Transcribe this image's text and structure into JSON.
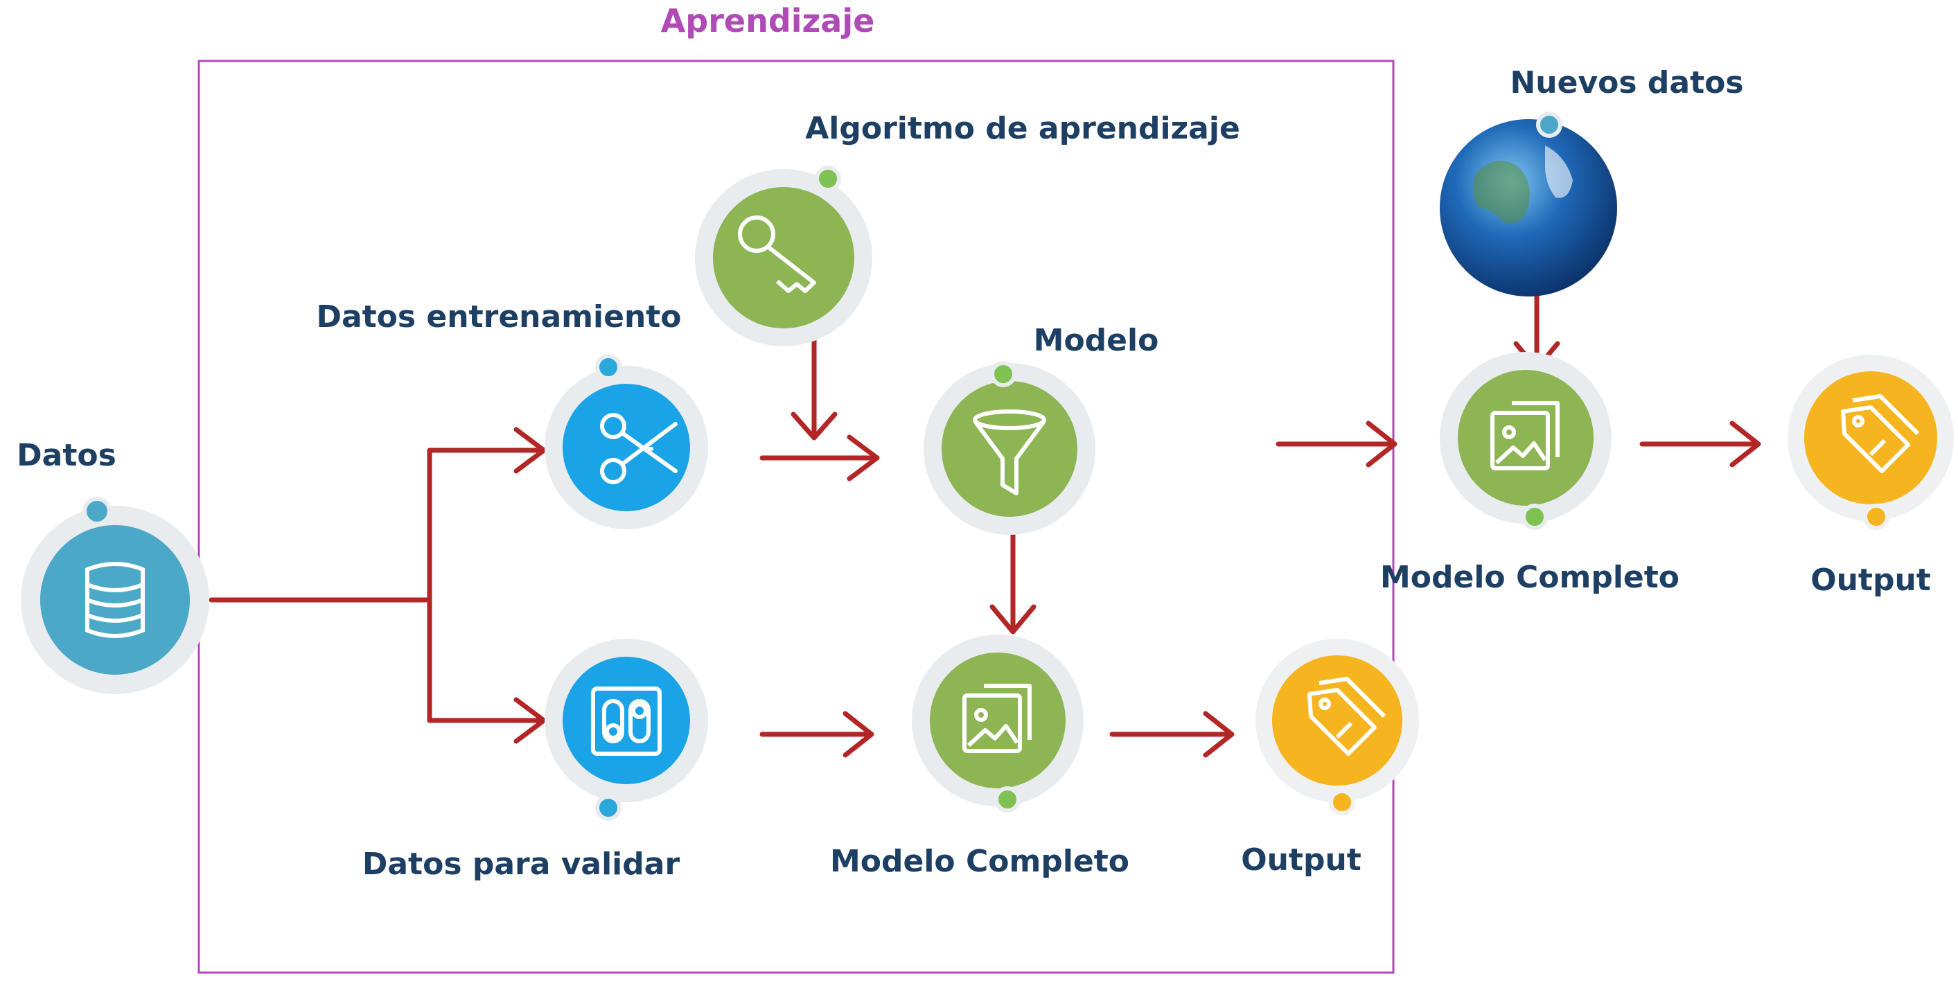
{
  "colors": {
    "frame": "#b04ab6",
    "title": "#b04ab6",
    "label": "#1d3f63",
    "arrow": "#b32626",
    "green": "#8db554",
    "green_dot": "#7fc153",
    "blue_node": "#1aa3e6",
    "blue_dot": "#2aa8dc",
    "teal": "#4ba8c7",
    "orange": "#f6b41f",
    "orange_dot": "#f6b41f",
    "halo": "#e9ecef"
  },
  "labels": {
    "aprendizaje": "Aprendizaje",
    "datos": "Datos",
    "datos_entrenamiento": "Datos entrenamiento",
    "algoritmo": "Algoritmo de aprendizaje",
    "modelo": "Modelo",
    "nuevos_datos": "Nuevos datos",
    "modelo_completo_right": "Modelo Completo",
    "output_right": "Output",
    "datos_validar": "Datos para validar",
    "modelo_completo_bottom": "Modelo Completo",
    "output_bottom": "Output"
  },
  "icons": {
    "datos": "database-icon",
    "datos_entrenamiento": "scissors-icon",
    "algoritmo": "key-icon",
    "modelo": "funnel-icon",
    "modelo_completo": "images-icon",
    "output": "tag-icon",
    "datos_validar": "switches-icon",
    "nuevos_datos": "globe-icon"
  }
}
